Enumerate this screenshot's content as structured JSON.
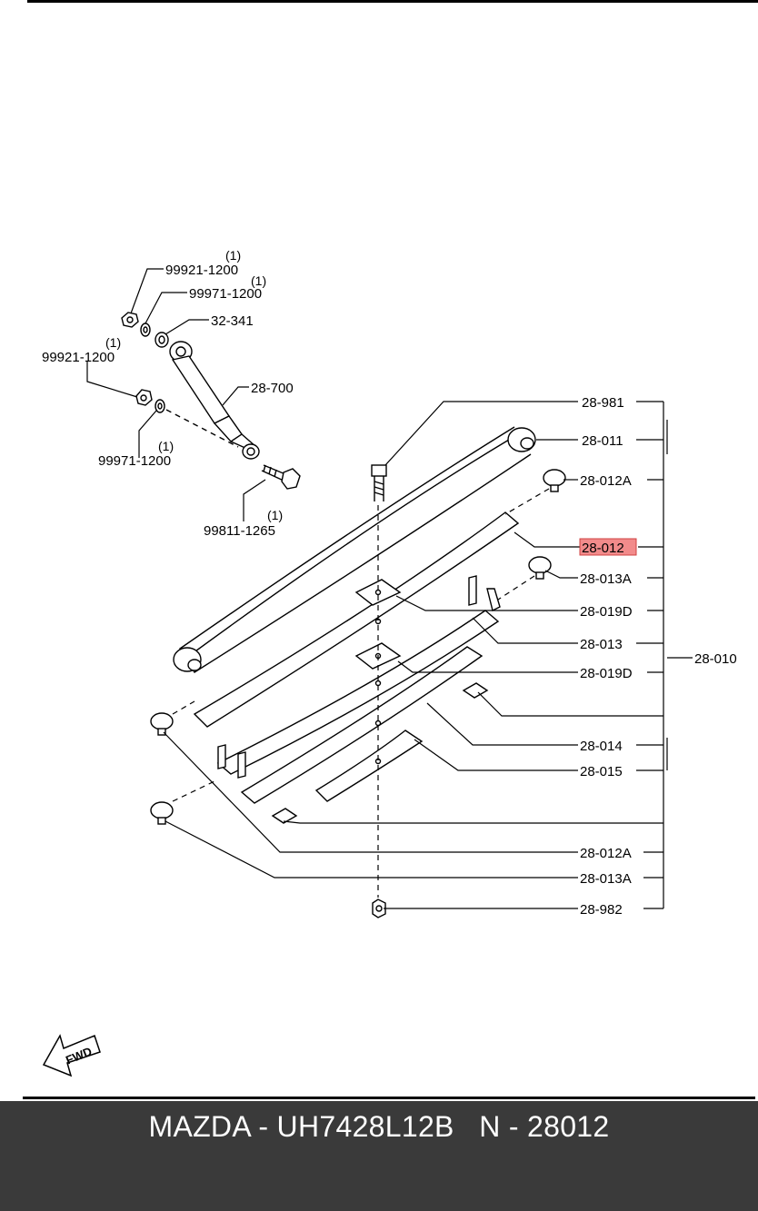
{
  "diagram": {
    "callouts": {
      "nut_top": "99921-1200",
      "nut_top_qty": "(1)",
      "washer_top": "99971-1200",
      "washer_top_qty": "(1)",
      "bushing": "32-341",
      "nut_left": "99921-1200",
      "nut_left_qty": "(1)",
      "shock_absorber": "28-700",
      "washer_left": "99971-1200",
      "washer_left_qty": "(1)",
      "bolt": "99811-1265",
      "bolt_qty": "(1)",
      "center_bolt": "28-981",
      "main_leaf": "28-011",
      "clip_upper": "28-012A",
      "leaf_2_highlighted": "28-012",
      "clip_rivet_upper": "28-013A",
      "liner_upper": "28-019D",
      "leaf_3": "28-013",
      "liner_lower": "28-019D",
      "leaf_4": "28-014",
      "leaf_5": "28-015",
      "clip_lower": "28-012A",
      "clip_rivet_lower": "28-013A",
      "center_nut": "28-982",
      "spring_assembly": "28-010"
    },
    "fwd_label": "FWD",
    "highlight_color": "#f28b8b"
  },
  "footer": {
    "text": "MAZDA - UH7428L12B   N - 28012"
  }
}
